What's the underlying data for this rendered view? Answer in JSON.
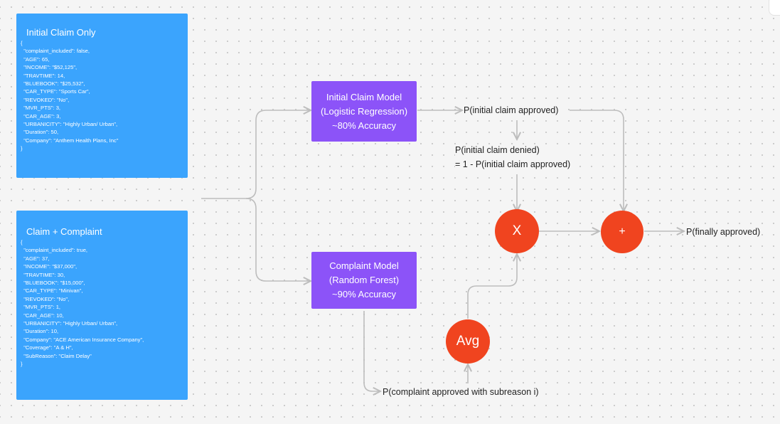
{
  "colors": {
    "card": "#3ba4fd",
    "model": "#8c53f8",
    "operator": "#f0441f",
    "wire": "#bdbdbd",
    "canvas": "#f5f5f5"
  },
  "card_initial": {
    "title": "Initial Claim Only",
    "lines": [
      "{",
      "  \"complaint_included\": false,",
      "  \"AGE\": 65,",
      "  \"INCOME\": \"$52,125\",",
      "  \"TRAVTIME\": 14,",
      "  \"BLUEBOOK\": \"$25,532\",",
      "  \"CAR_TYPE\": \"Sports Car\",",
      "  \"REVOKED\": \"No\",",
      "  \"MVR_PTS\": 3,",
      "  \"CAR_AGE\": 3,",
      "  \"URBANICITY\": \"Highly Urban/ Urban\",",
      "  \"Duration\": 50,",
      "  \"Company\": \"Anthem Health Plans, Inc\"",
      "}"
    ]
  },
  "card_complaint": {
    "title": "Claim + Complaint",
    "lines": [
      "{",
      "  \"complaint_included\": true,",
      "  \"AGE\": 37,",
      "  \"INCOME\": \"$37,000\",",
      "  \"TRAVTIME\": 30,",
      "  \"BLUEBOOK\": \"$15,000\",",
      "  \"CAR_TYPE\": \"Minivan\",",
      "  \"REVOKED\": \"No\",",
      "  \"MVR_PTS\": 1,",
      "  \"CAR_AGE\": 10,",
      "  \"URBANICITY\": \"Highly Urban/ Urban\",",
      "  \"Duration\": 10,",
      "  \"Company\": \"ACE American Insurance Company\",",
      "  \"Coverage\": \"A & H\",",
      "  \"SubReason\": \"Claim Delay\"",
      "}"
    ]
  },
  "model_initial": {
    "line1": "Initial Claim Model",
    "line2": "(Logistic Regression)",
    "line3": "~80% Accuracy"
  },
  "model_complaint": {
    "line1": "Complaint Model",
    "line2": "(Random Forest)",
    "line3": "~90% Accuracy"
  },
  "labels": {
    "p_initial_approved": "P(initial claim approved)",
    "p_initial_denied_1": "P(initial claim denied)",
    "p_initial_denied_2": "= 1 - P(initial claim approved)",
    "p_finally_approved": "P(finally approved)",
    "p_complaint_subreason": "P(complaint approved with subreason i)"
  },
  "operators": {
    "multiply": "X",
    "add": "+",
    "average": "Avg"
  }
}
